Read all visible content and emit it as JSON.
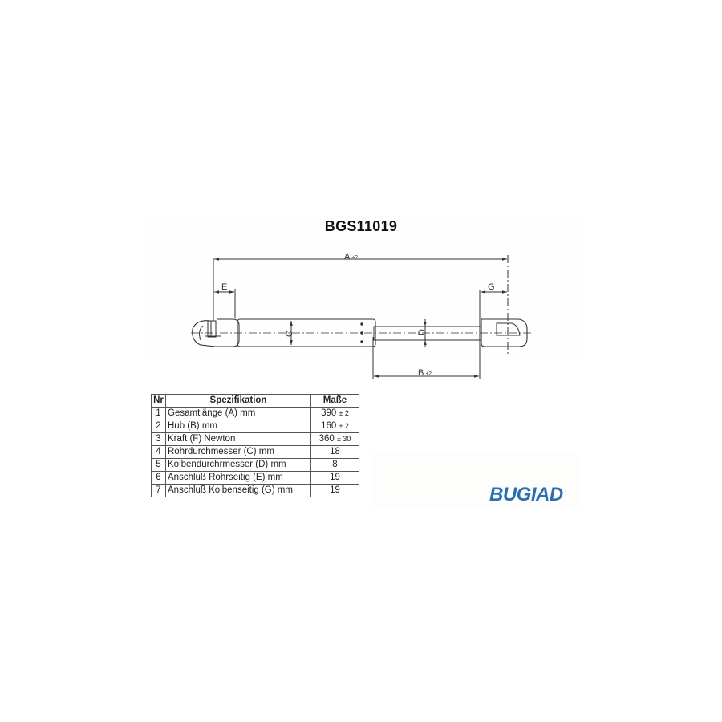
{
  "diagram": {
    "title": "BGS11019",
    "dimension_labels": {
      "A": "A",
      "A_tol": "±2",
      "B": "B",
      "B_tol": "±2",
      "C": "C",
      "D": "D",
      "E": "E",
      "G": "G"
    },
    "colors": {
      "line": "#333333",
      "logo": "#2a6fb0"
    }
  },
  "table": {
    "headers": {
      "nr": "Nr",
      "spec": "Spezifikation",
      "value": "Maße"
    },
    "rows": [
      {
        "nr": "1",
        "spec": "Gesamtlänge (A) mm",
        "value": "390",
        "tol": "± 2"
      },
      {
        "nr": "2",
        "spec": "Hub (B)  mm",
        "value": "160",
        "tol": "± 2"
      },
      {
        "nr": "3",
        "spec": "Kraft (F) Newton",
        "value": "360",
        "tol": "± 30"
      },
      {
        "nr": "4",
        "spec": "Rohrdurchmesser (C) mm",
        "value": "18",
        "tol": ""
      },
      {
        "nr": "5",
        "spec": "Kolbendurchrmesser (D) mm",
        "value": "8",
        "tol": ""
      },
      {
        "nr": "6",
        "spec": "Anschluß Rohrseitig (E) mm",
        "value": "19",
        "tol": ""
      },
      {
        "nr": "7",
        "spec": "Anschluß Kolbenseitig (G) mm",
        "value": "19",
        "tol": ""
      }
    ]
  },
  "brand": {
    "logo_text": "BUGIAD"
  }
}
